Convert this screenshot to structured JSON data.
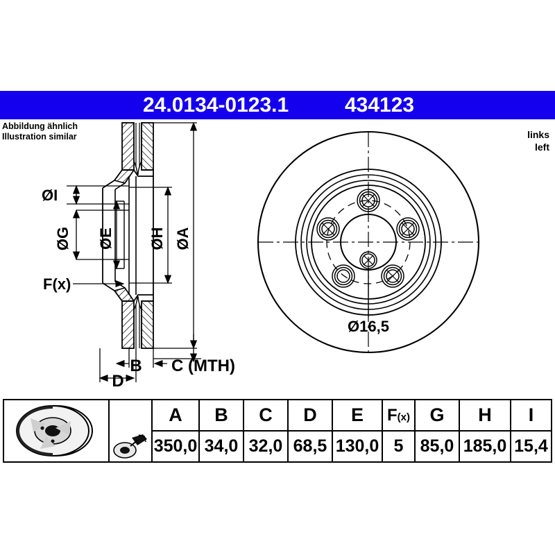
{
  "brand_color": "#1500ee",
  "header": {
    "part_number": "24.0134-0123.1",
    "article_number": "434123"
  },
  "notes": {
    "illustration_de": "Abbildung ähnlich",
    "illustration_en": "Illustration similar",
    "side_de": "links",
    "side_en": "left"
  },
  "drawing": {
    "section_labels": {
      "dia_i": "ØI",
      "dia_g": "ØG",
      "dia_e": "ØE",
      "dia_h": "ØH",
      "dia_a": "ØA",
      "f_x": "F(x)",
      "b": "B",
      "c": "C (MTH)",
      "d": "D"
    },
    "front_labels": {
      "hole_callout": "Ø16,5"
    }
  },
  "spec_table": {
    "headers": [
      "A",
      "B",
      "C",
      "D",
      "E",
      "F(x)",
      "G",
      "H",
      "I"
    ],
    "values": [
      "350,0",
      "34,0",
      "32,0",
      "68,5",
      "130,0",
      "5",
      "85,0",
      "185,0",
      "15,4"
    ],
    "icons": [
      "brake-disc-photo",
      "measure-tool-photo"
    ]
  }
}
